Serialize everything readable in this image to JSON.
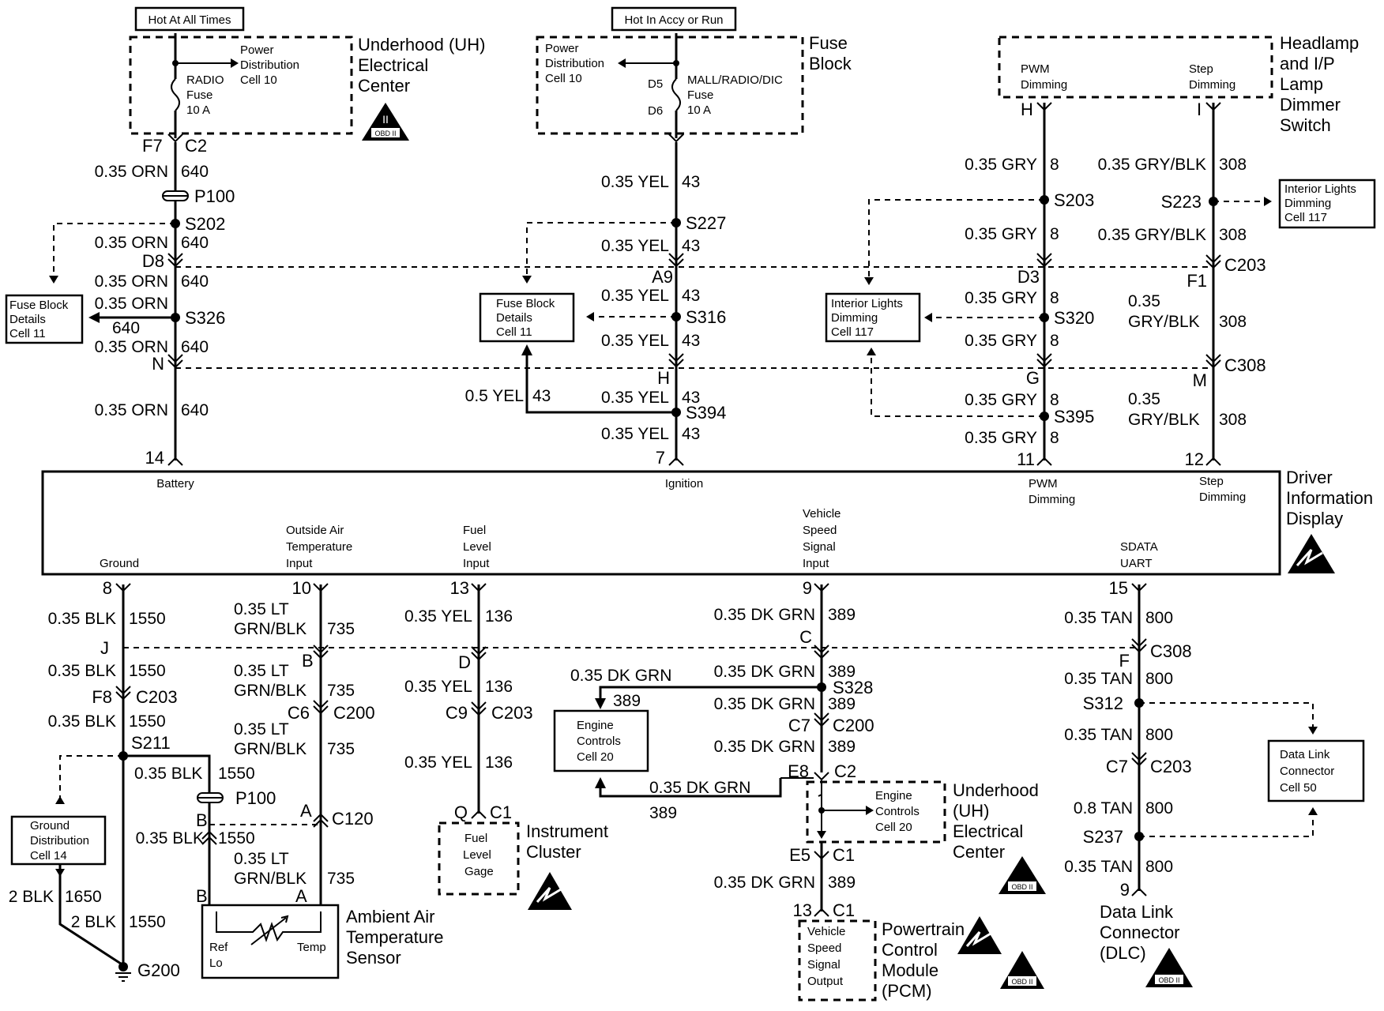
{
  "power": {
    "hot_at_all_times": "Hot At All Times",
    "hot_in_accy": "Hot In Accy or Run"
  },
  "uh": {
    "title": [
      "Underhood (UH)",
      "Electrical",
      "Center"
    ],
    "power_dist": [
      "Power",
      "Distribution",
      "Cell 10"
    ],
    "fuse": [
      "RADIO",
      "Fuse",
      "10 A"
    ]
  },
  "fb": {
    "title": [
      "Fuse",
      "Block"
    ],
    "power_dist": [
      "Power",
      "Distribution",
      "Cell 10"
    ],
    "fuse": [
      "MALL/RADIO/DIC",
      "Fuse",
      "10 A"
    ],
    "pin_in": "D5",
    "pin_out": "D6"
  },
  "dimmer": {
    "title": [
      "Headlamp",
      "and I/P",
      "Lamp",
      "Dimmer",
      "Switch"
    ],
    "pwm": [
      "PWM",
      "Dimming"
    ],
    "step": [
      "Step",
      "Dimming"
    ],
    "pin_h": "H",
    "pin_i": "I"
  },
  "wires": {
    "w640": "640",
    "orn": "0.35 ORN",
    "yel": "0.35 YEL",
    "yel05": "0.5 YEL",
    "w43": "43",
    "gry": "0.35 GRY",
    "w8": "8",
    "gryblk": "0.35 GRY/BLK",
    "gryblk_a": "0.35",
    "gryblk_b": "GRY/BLK",
    "w308": "308",
    "blk": "0.35 BLK",
    "w1550": "1550",
    "blk2": "2 BLK",
    "w1650": "1650",
    "ltgrn_a": "0.35 LT",
    "ltgrn_b": "GRN/BLK",
    "w735": "735",
    "w136": "136",
    "dkgrn": "0.35 DK GRN",
    "w389": "389",
    "tan": "0.35 TAN",
    "tan08": "0.8 TAN",
    "w800": "800"
  },
  "conn": {
    "F7": "F7",
    "C2": "C2",
    "P100": "P100",
    "S202": "S202",
    "D8": "D8",
    "S326": "S326",
    "N": "N",
    "S227": "S227",
    "A9": "A9",
    "S316": "S316",
    "H": "H",
    "S394": "S394",
    "S203": "S203",
    "S223": "S223",
    "D3": "D3",
    "F1": "F1",
    "C203": "C203",
    "S320": "S320",
    "G": "G",
    "M": "M",
    "C308": "C308",
    "S395": "S395",
    "J": "J",
    "F8": "F8",
    "S211": "S211",
    "B": "B",
    "C6": "C6",
    "C200": "C200",
    "A": "A",
    "C120": "C120",
    "D": "D",
    "C9": "C9",
    "Q": "Q",
    "C1": "C1",
    "C": "C",
    "S328": "S328",
    "C7": "C7",
    "E8": "E8",
    "E5": "E5",
    "F": "F",
    "S312": "S312",
    "S237": "S237",
    "G200": "G200"
  },
  "pins": {
    "p14": "14",
    "p7": "7",
    "p11": "11",
    "p12": "12",
    "p8": "8",
    "p10": "10",
    "p13": "13",
    "p9": "9",
    "p15": "15",
    "p13b": "13",
    "p9b": "9"
  },
  "dic": {
    "title": [
      "Driver",
      "Information",
      "Display"
    ],
    "battery": "Battery",
    "ignition": "Ignition",
    "pwm": [
      "PWM",
      "Dimming"
    ],
    "step": [
      "Step",
      "Dimming"
    ],
    "ground": "Ground",
    "oat": [
      "Outside Air",
      "Temperature",
      "Input"
    ],
    "fuel": [
      "Fuel",
      "Level",
      "Input"
    ],
    "vss": [
      "Vehicle",
      "Speed",
      "Signal",
      "Input"
    ],
    "sdata": [
      "SDATA",
      "UART"
    ]
  },
  "refs": {
    "fb_details": [
      "Fuse Block",
      "Details",
      "Cell 11"
    ],
    "int_lights": [
      "Interior Lights",
      "Dimming",
      "Cell 117"
    ],
    "engine": [
      "Engine",
      "Controls",
      "Cell 20"
    ],
    "ground_dist": [
      "Ground",
      "Distribution",
      "Cell 14"
    ],
    "dlc_ref": [
      "Data Link",
      "Connector",
      "Cell 50"
    ]
  },
  "comps": {
    "aat": [
      "Ambient Air",
      "Temperature",
      "Sensor"
    ],
    "ref_lo": [
      "Ref",
      "Lo"
    ],
    "temp": "Temp",
    "ic": [
      "Instrument",
      "Cluster"
    ],
    "fuel_gage": [
      "Fuel",
      "Level",
      "Gage"
    ],
    "uh2": [
      "Underhood",
      "(UH)",
      "Electrical",
      "Center"
    ],
    "pcm": [
      "Powertrain",
      "Control",
      "Module",
      "(PCM)"
    ],
    "vss_out": [
      "Vehicle",
      "Speed",
      "Signal",
      "Output"
    ],
    "dlc": [
      "Data Link",
      "Connector",
      "(DLC)"
    ]
  },
  "obd": "OBD II",
  "obd_num": "II"
}
